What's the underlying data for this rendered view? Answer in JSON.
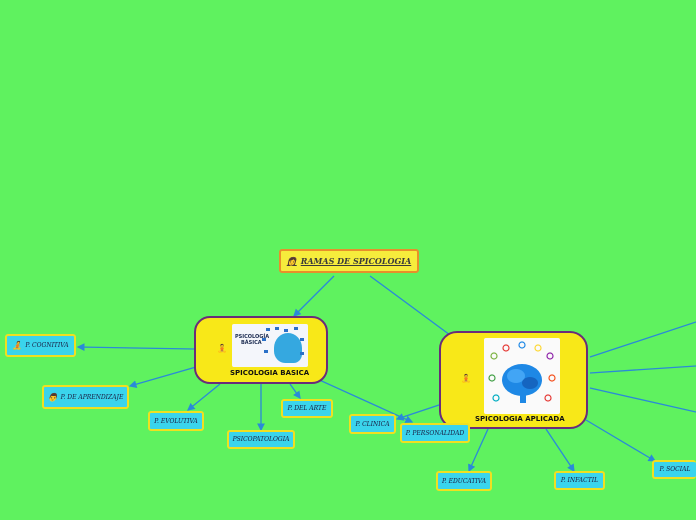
{
  "root": {
    "icon": "person-icon",
    "label": "RAMAS DE SPICOLOGIA"
  },
  "basica": {
    "label": "SPICOLOGIA BASICA",
    "image_text_1": "PSICOLOGÍA",
    "image_text_2": "BÁSICA"
  },
  "aplicada": {
    "label": "SPICOLOGIA APLICADA"
  },
  "branches": {
    "cognitiva": "P. COGNITIVA",
    "aprendizaje": "P. DE APRENDIZAJE",
    "evolutiva": "P. EVOLUTIVA",
    "psicopatologia": "PSICOPATOLOGIA",
    "arte": "P. DEL ARTE",
    "clinica": "P. CLINICA",
    "personalidad": "P. PERSONALIDAD",
    "educativa": "P. EDUCATIVA",
    "infantil": "P. INFACTIL",
    "social": "P. SOCIAL"
  },
  "colors": {
    "background": "#5ff25f",
    "edge": "#2a8ad8",
    "node_fill": "#3ad4ec",
    "node_border": "#f0e020",
    "main_fill": "#f8e818",
    "main_border": "#6a2c7a",
    "root_fill": "#f6ec3c",
    "root_border": "#e8902a"
  }
}
